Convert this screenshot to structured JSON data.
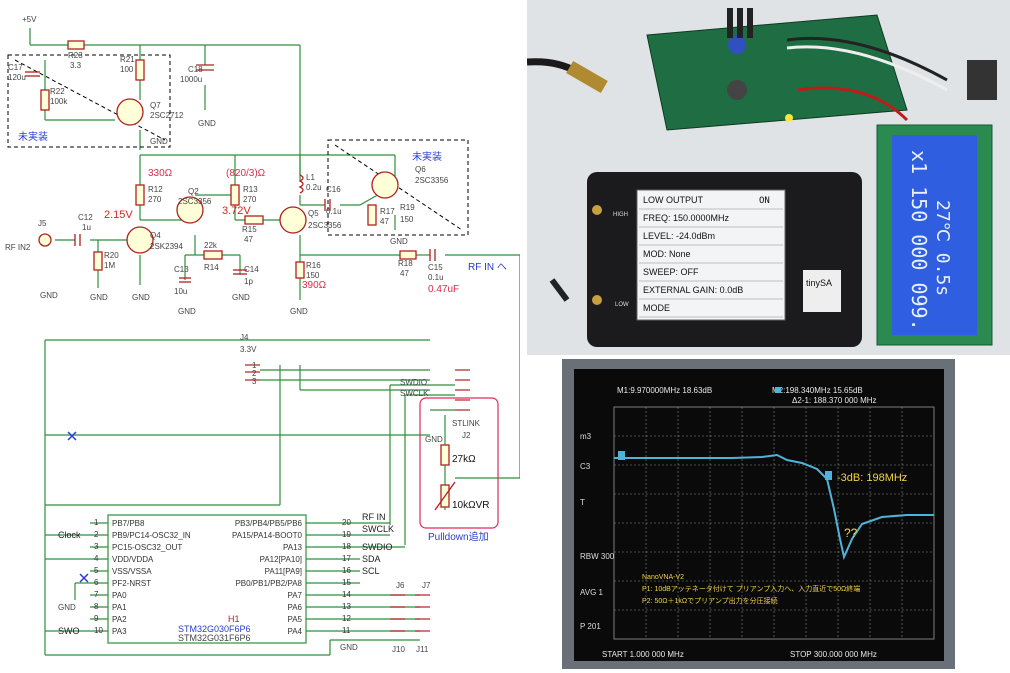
{
  "schematic": {
    "supply": "+5V",
    "unmounted": "未実装",
    "parts": {
      "C17": "C17",
      "C17_val": "120u",
      "R23": "R23",
      "R23_val": "3.3",
      "R21": "R21",
      "R21_val": "100",
      "R22": "R22",
      "R22_val": "100k",
      "Q7": "Q7",
      "Q7_val": "2SC2712",
      "C18": "C18",
      "C18_val": "1000u",
      "GND": "GND",
      "R12": "R12",
      "R12_val": "270",
      "R13": "R13",
      "R13_val": "270",
      "L1": "L1",
      "L1_val": "0.2u",
      "Q2": "Q2",
      "Q2_val": "2SC3356",
      "Q5": "Q5",
      "Q5_val": "2SC3356",
      "Q6": "Q6",
      "Q6_val": "2SC3356",
      "Q4": "Q4",
      "Q4_val": "2SK2394",
      "C12": "C12",
      "C12_val": "1u",
      "J5": "J5",
      "RF_IN2": "RF IN2",
      "R20": "R20",
      "R20_val": "1M",
      "R15": "R15",
      "R15_val": "47",
      "R14": "R14",
      "R14_val": "22k",
      "C13": "C13",
      "C13_val": "10u",
      "C14": "C14",
      "C14_val": "1p",
      "R16": "R16",
      "R16_val": "150",
      "C16": "C16",
      "C16_val": "0.1u",
      "R17": "R17",
      "R17_val": "47",
      "R19": "R19",
      "R19_val": "150",
      "R18": "R18",
      "R18_val": "47",
      "C15": "C15",
      "C15_val": "0.1u"
    },
    "annotations": {
      "r12_mod": "330Ω",
      "r13_mod": "(820/3)Ω",
      "v_q4": "2.15V",
      "v_q2": "3.72V",
      "r16_mod": "390Ω",
      "c15_mod": "0.47uF",
      "rf_in": "RF IN へ",
      "pulldown": "Pulldown追加",
      "r_27k": "27kΩ",
      "vr_10k": "10kΩVR"
    },
    "connectors": {
      "J4": "J4",
      "J4_val": "3.3V",
      "J2": "J2",
      "stlink": "STLINK",
      "J6": "J6",
      "J7": "J7",
      "J10": "J10",
      "J11": "J11",
      "swdio": "SWDIO",
      "swclk": "SWCLK"
    },
    "mcu": {
      "ref": "H1",
      "name": "STM32G030F6P6",
      "name2": "STM32G031F6P6",
      "left_pins": [
        {
          "num": "1",
          "name": "PB7/PB8"
        },
        {
          "num": "2",
          "name": "PB9/PC14-OSC32_IN"
        },
        {
          "num": "3",
          "name": "PC15-OSC32_OUT"
        },
        {
          "num": "4",
          "name": "VDD/VDDA"
        },
        {
          "num": "5",
          "name": "VSS/VSSA"
        },
        {
          "num": "6",
          "name": "PF2-NRST"
        },
        {
          "num": "7",
          "name": "PA0"
        },
        {
          "num": "8",
          "name": "PA1"
        },
        {
          "num": "9",
          "name": "PA2"
        },
        {
          "num": "10",
          "name": "PA3"
        }
      ],
      "right_pins": [
        {
          "num": "20",
          "name": "PB3/PB4/PB5/PB6"
        },
        {
          "num": "19",
          "name": "PA15/PA14-BOOT0"
        },
        {
          "num": "18",
          "name": "PA13"
        },
        {
          "num": "17",
          "name": "PA12[PA10]"
        },
        {
          "num": "16",
          "name": "PA11[PA9]"
        },
        {
          "num": "15",
          "name": "PB0/PB1/PB2/PA8"
        },
        {
          "num": "14",
          "name": "PA7"
        },
        {
          "num": "13",
          "name": "PA6"
        },
        {
          "num": "12",
          "name": "PA5"
        },
        {
          "num": "11",
          "name": "PA4"
        }
      ],
      "nets": {
        "clock": "Clock",
        "swo": "SWO",
        "rf_in": "RF IN",
        "swclk": "SWCLK",
        "swdio": "SWDIO",
        "sda": "SDA",
        "scl": "SCL"
      }
    }
  },
  "photo_board": {
    "lcd_line1": "x1  150 000 099.",
    "lcd_line2": "27℃ 0.5s",
    "menu": [
      "LOW OUTPUT",
      "FREQ: 150.0000MHz",
      "LEVEL: -24.0dBm",
      "MOD: None",
      "SWEEP: OFF",
      "EXTERNAL GAIN: 0.0dB",
      "MODE"
    ],
    "menu_on": "ON",
    "port_high": "HIGH",
    "port_low": "LOW",
    "logo": "tinySA"
  },
  "photo_vna": {
    "marker1": "M1:9.970000MHz 18.63dB",
    "marker2": "M2:198.340MHz 15.65dB",
    "delta": "Δ2-1: 188.370 000 MHz",
    "left_labels": [
      "m3",
      "C3",
      "T",
      "RBW 300",
      "AVG 1",
      "P 201"
    ],
    "start": "START 1.000 000 MHz",
    "stop": "STOP 300.000 000 MHz",
    "annot_3db": "-3dB: 198MHz",
    "annot_q": "??",
    "notes": [
      "NanoVNA-V2",
      "P1: 10dBアッテネータ付けて プリアンプ入力へ、入力直近で50Ω終端",
      "P2: 50Ω＋1kΩでプリアンプ出力を分圧接続"
    ],
    "colors": {
      "trace": "#4fb3d9",
      "annot": "#f2d24b",
      "screen": "#0a0a0a"
    }
  }
}
